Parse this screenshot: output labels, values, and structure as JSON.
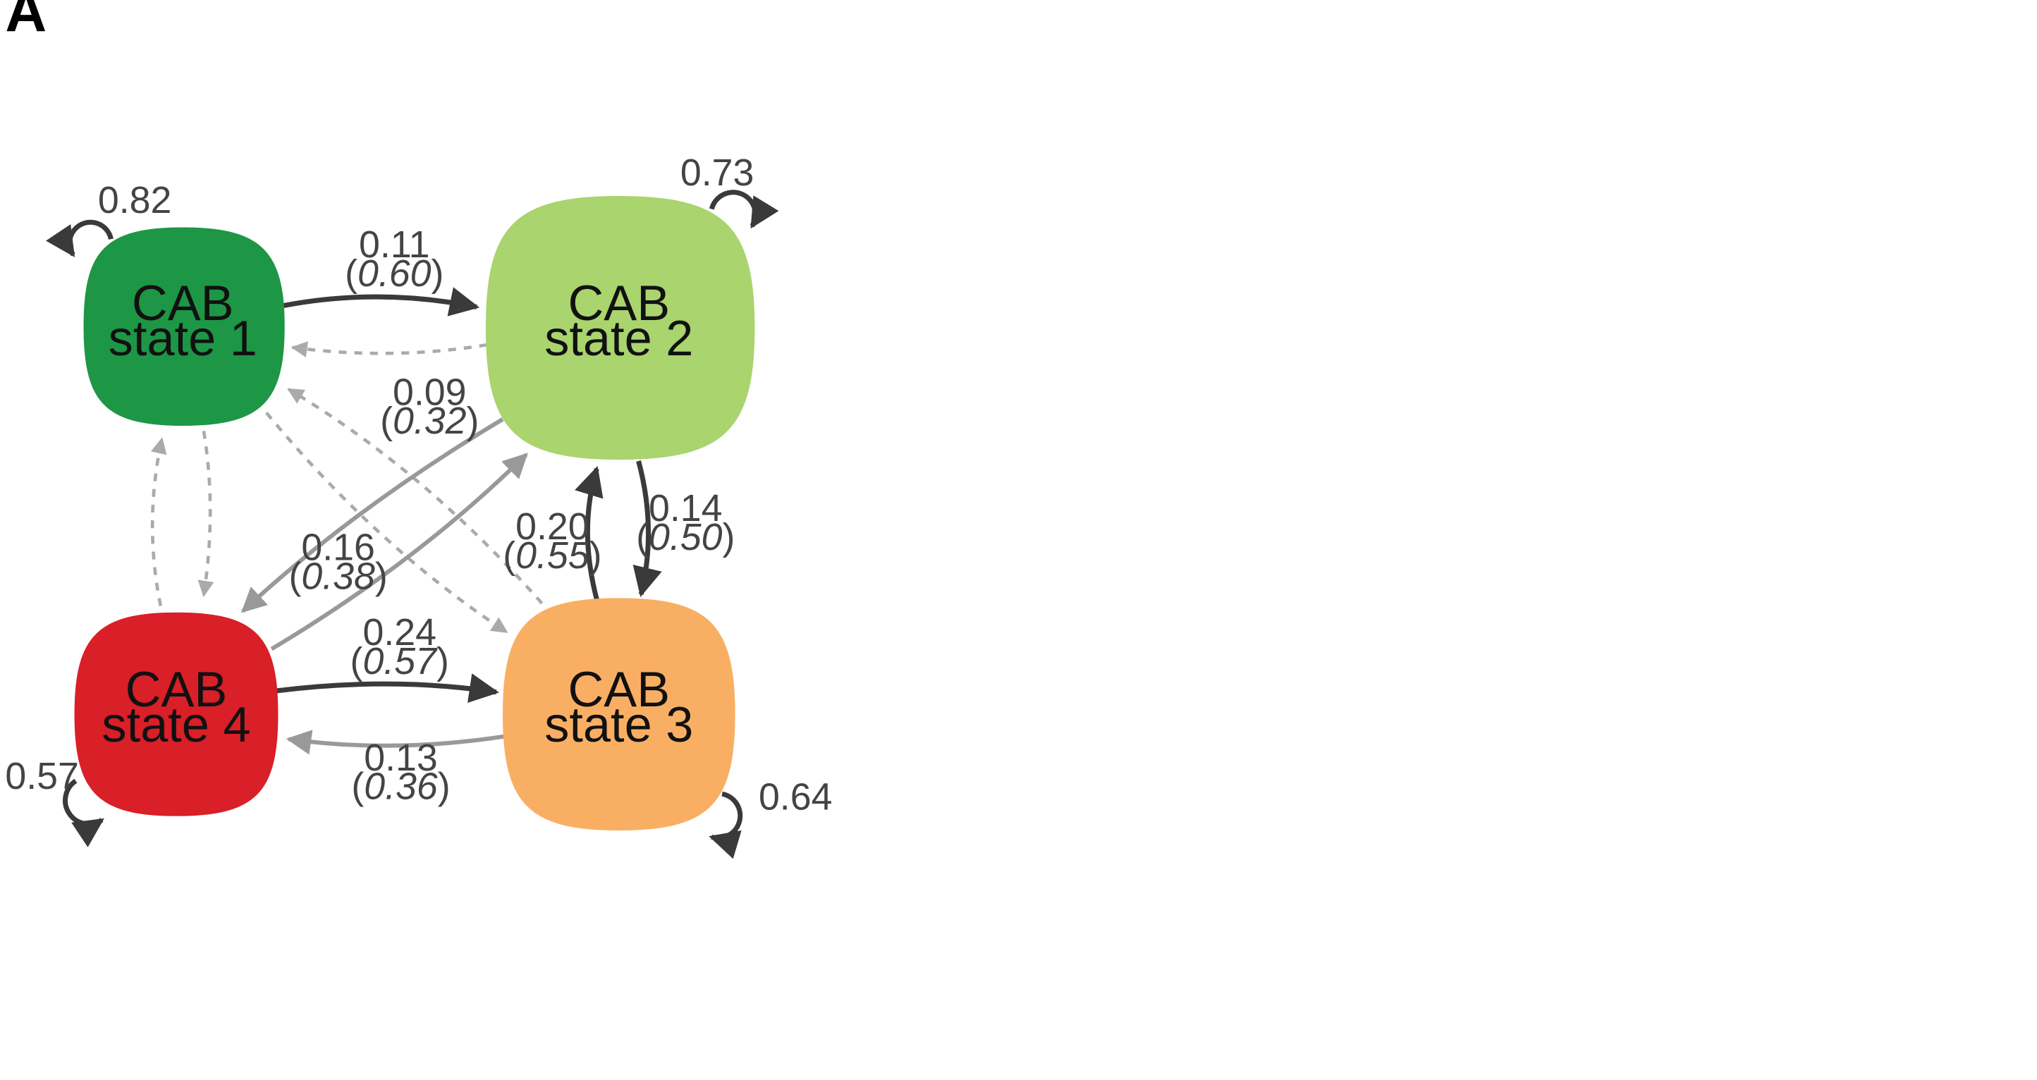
{
  "panel_label": "A",
  "colors": {
    "state1": "#1d9646",
    "state2": "#a9d46e",
    "state3": "#f9af63",
    "state4": "#d91f27",
    "dark_arrow": "#3a3a3a",
    "light_arrow": "#999999"
  },
  "nodes": {
    "s1": {
      "line1": "CAB",
      "line2": "state 1"
    },
    "s2": {
      "line1": "CAB",
      "line2": "state 2"
    },
    "s3": {
      "line1": "CAB",
      "line2": "state 3"
    },
    "s4": {
      "line1": "CAB",
      "line2": "state 4"
    }
  },
  "self_loops": {
    "s1": "0.82",
    "s2": "0.73",
    "s3": "0.64",
    "s4": "0.57"
  },
  "edges": {
    "s1_to_s2": {
      "p": "0.11",
      "p_alt": "0.60"
    },
    "s2_to_s4": {
      "p": "0.09",
      "p_alt": "0.32"
    },
    "s4_to_s2": {
      "p": "0.16",
      "p_alt": "0.38"
    },
    "s2_to_s3": {
      "p": "0.14",
      "p_alt": "0.50"
    },
    "s3_to_s2": {
      "p": "0.20",
      "p_alt": "0.55"
    },
    "s4_to_s3": {
      "p": "0.24",
      "p_alt": "0.57"
    },
    "s3_to_s4": {
      "p": "0.13",
      "p_alt": "0.36"
    }
  },
  "paren_open": "(",
  "paren_close": ")"
}
